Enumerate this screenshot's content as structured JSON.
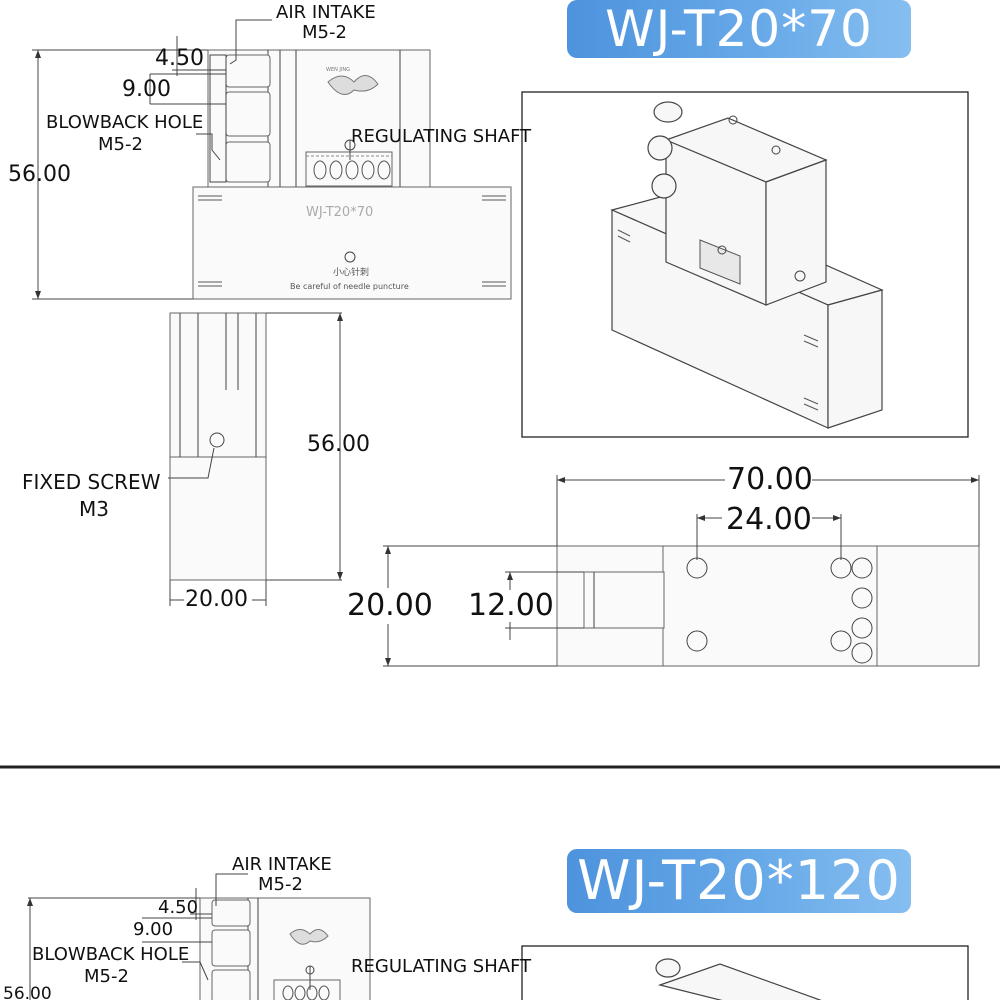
{
  "top_section": {
    "title": "WJ-T20*70",
    "labels": {
      "air_intake": "AIR INTAKE",
      "air_intake_thread": "M5-2",
      "blowback_hole": "BLOWBACK HOLE",
      "blowback_thread": "M5-2",
      "regulating_shaft": "REGULATING SHAFT",
      "fixed_screw": "FIXED SCREW",
      "fixed_screw_thread": "M3"
    },
    "dimensions": {
      "d_4_50": "4.50",
      "d_9_00": "9.00",
      "height_front": "56.00",
      "height_side": "56.00",
      "width_side": "20.00",
      "length_top": "70.00",
      "hole_spacing": "24.00",
      "width_top": "20.00",
      "inner_width": "12.00"
    },
    "engraving": {
      "model": "WJ-T20*70",
      "chinese": "小心针刺",
      "warning": "Be careful of needle puncture",
      "brand": "WEN JING"
    }
  },
  "bottom_section": {
    "title": "WJ-T20*120",
    "labels": {
      "air_intake": "AIR INTAKE",
      "air_intake_thread": "M5-2",
      "blowback_hole": "BLOWBACK HOLE",
      "blowback_thread": "M5-2",
      "regulating_shaft": "REGULATING SHAFT"
    },
    "dimensions": {
      "d_4_50": "4.50",
      "d_9_00": "9.00",
      "height_front": "56.00"
    }
  },
  "colors": {
    "badge_start": "#4d93dd",
    "badge_end": "#86bef0",
    "line": "#444444",
    "divider": "#222222"
  }
}
